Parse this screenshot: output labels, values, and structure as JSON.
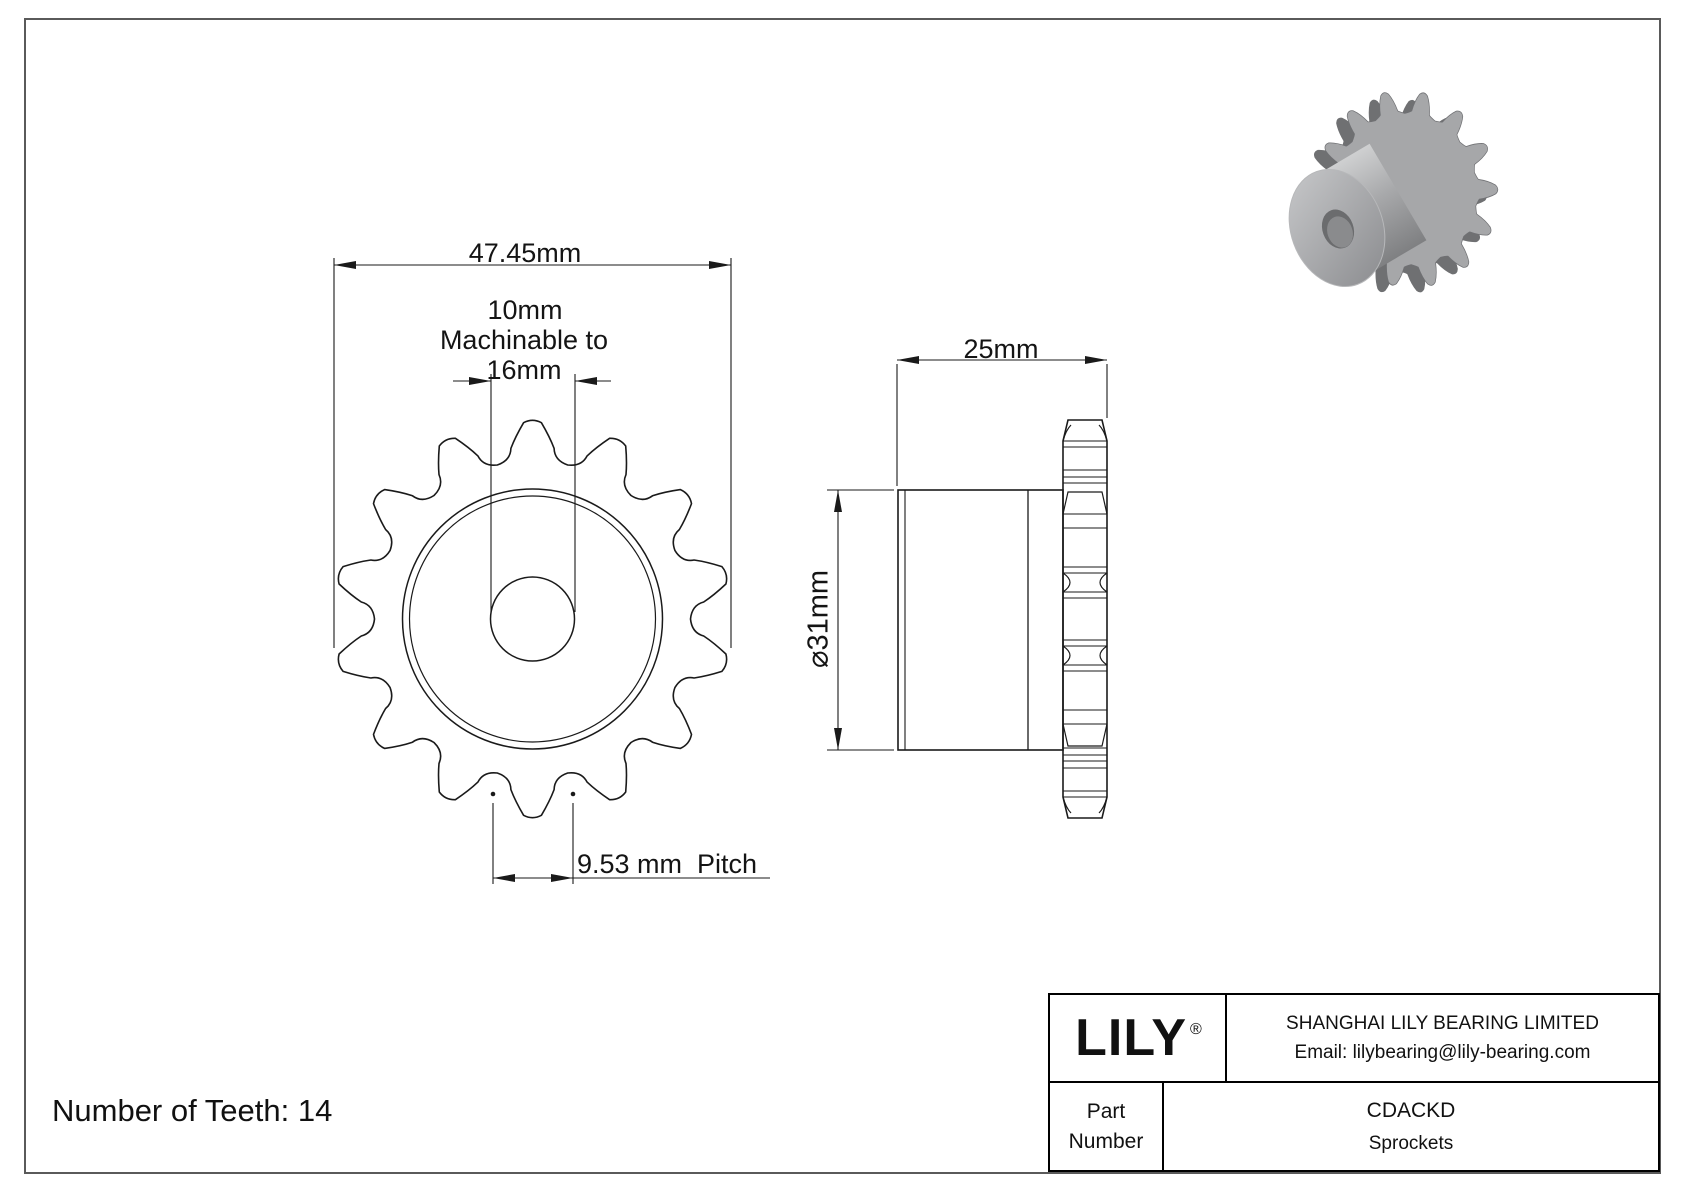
{
  "drawing": {
    "front_view": {
      "outer_diameter_label": "47.45mm",
      "bore_label_line1": "10mm",
      "bore_label_line2": "Machinable to",
      "bore_label_line3": "16mm",
      "pitch_label": "9.53 mm  Pitch"
    },
    "side_view": {
      "width_label": "25mm",
      "hub_diameter_label": "⌀31mm"
    },
    "teeth_count_label": "Number of Teeth: 14"
  },
  "title_block": {
    "logo_text": "LILY",
    "registered_mark": "®",
    "company_name": "SHANGHAI LILY BEARING LIMITED",
    "email_line": "Email: lilybearing@lily-bearing.com",
    "part_label_line1": "Part",
    "part_label_line2": "Number",
    "part_number": "CDACKD",
    "product_category": "Sprockets"
  },
  "colors": {
    "line": "#1a1a1a",
    "page_border": "#5a5a5a",
    "render_body": "#97989a",
    "render_shadow": "#6f7072",
    "render_highlight": "#cfd0d1"
  }
}
